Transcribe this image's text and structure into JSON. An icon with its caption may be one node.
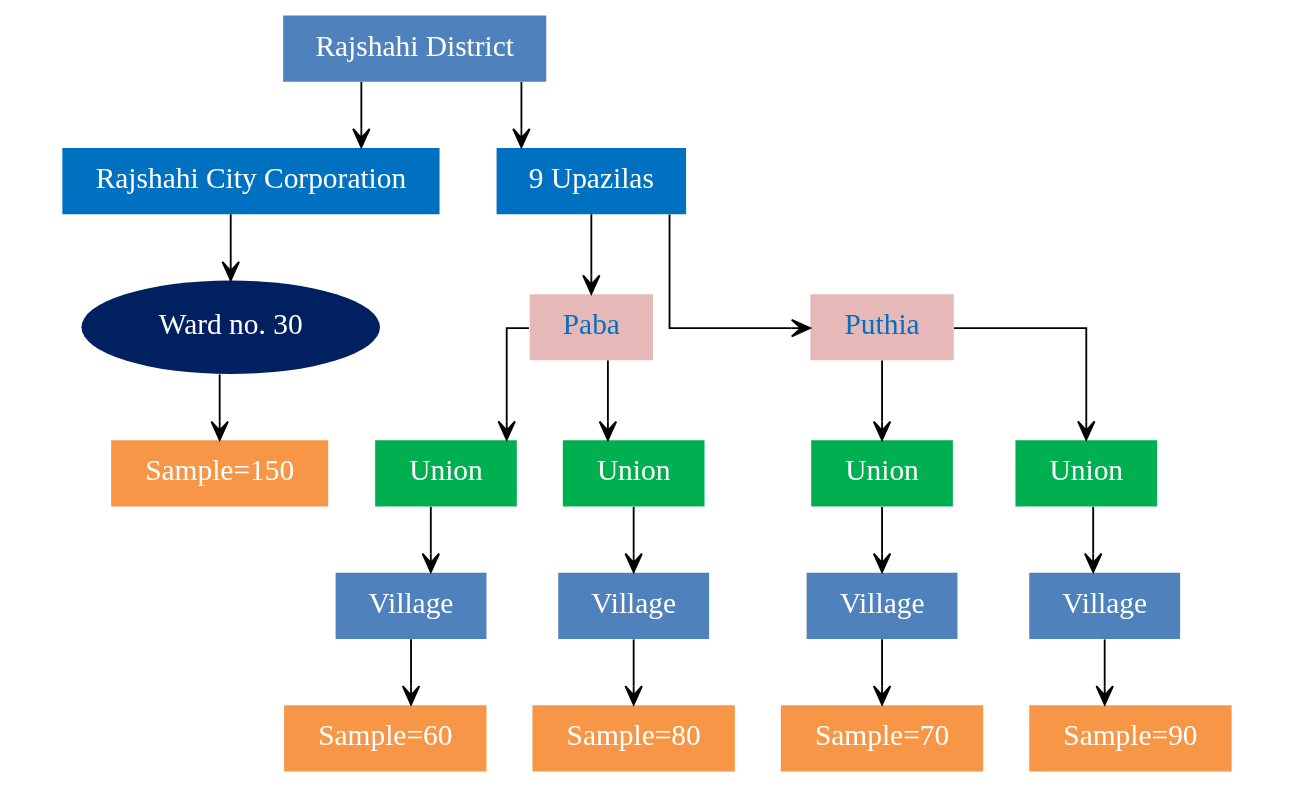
{
  "diagram": {
    "nodes": [
      {
        "text": [
          "Rajshahi District"
        ]
      },
      {
        "text": [
          "Rajshahi City Corporation"
        ]
      },
      {
        "text": [
          "9 Upazilas"
        ]
      },
      {
        "text": [
          "Ward no. 30"
        ]
      },
      {
        "text": [
          "Paba"
        ]
      },
      {
        "text": [
          "Puthia"
        ]
      },
      {
        "text": [
          "Union"
        ]
      },
      {
        "text": [
          "Union"
        ]
      },
      {
        "text": [
          "Union"
        ]
      },
      {
        "text": [
          "Union"
        ]
      },
      {
        "text": [
          "Village"
        ]
      },
      {
        "text": [
          "Village"
        ]
      },
      {
        "text": [
          "Village"
        ]
      },
      {
        "text": [
          "Village"
        ]
      },
      {
        "text": [
          "Sample=150"
        ]
      },
      {
        "text": [
          "Sample=60"
        ]
      },
      {
        "text": [
          "Sample=80"
        ]
      },
      {
        "text": [
          "Sample=70"
        ]
      },
      {
        "text": [
          "Sample=90"
        ]
      }
    ],
    "edges": [
      {
        "from": 0,
        "to": 1,
        "arrow": "to"
      },
      {
        "from": 0,
        "to": 2,
        "arrow": "to"
      },
      {
        "from": 1,
        "to": 3,
        "arrow": "to"
      },
      {
        "from": 3,
        "to": 14,
        "arrow": "to"
      },
      {
        "from": 2,
        "to": 4,
        "arrow": "to"
      },
      {
        "from": 2,
        "to": 5,
        "arrow": "to"
      },
      {
        "from": 4,
        "to": 6,
        "arrow": "to"
      },
      {
        "from": 4,
        "to": 7,
        "arrow": "to"
      },
      {
        "from": 5,
        "to": 8,
        "arrow": "to"
      },
      {
        "from": 5,
        "to": 9,
        "arrow": "to"
      },
      {
        "from": 6,
        "to": 10,
        "arrow": "to"
      },
      {
        "from": 7,
        "to": 11,
        "arrow": "to"
      },
      {
        "from": 8,
        "to": 12,
        "arrow": "to"
      },
      {
        "from": 9,
        "to": 13,
        "arrow": "to"
      },
      {
        "from": 10,
        "to": 15,
        "arrow": "to"
      },
      {
        "from": 11,
        "to": 16,
        "arrow": "to"
      },
      {
        "from": 12,
        "to": 17,
        "arrow": "to"
      },
      {
        "from": 13,
        "to": 18,
        "arrow": "to"
      }
    ]
  }
}
